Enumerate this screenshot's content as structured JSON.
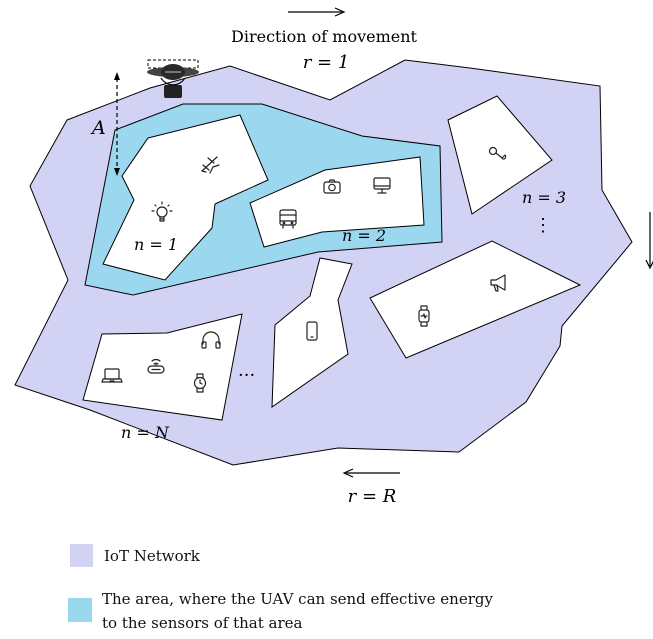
{
  "top": {
    "direction_label": "Direction of movement",
    "r_first": "r = 1"
  },
  "bottom": {
    "r_last": "r = R"
  },
  "labels": {
    "antenna": "A",
    "area1": "n = 1",
    "area2": "n = 2",
    "area3": "n = 3",
    "areaN": "n = N",
    "dots_h": "···",
    "dots_v": "⋮"
  },
  "legend": {
    "iot_network": "IoT Network",
    "effective_area_line1": "The area, where the UAV can send effective energy",
    "effective_area_line2": "to the sensors of that area"
  },
  "colors": {
    "iot_network": "#d2d2f4",
    "effective_area": "#9bd8f0",
    "sensor_area": "#ffffff",
    "stroke": "#000000"
  },
  "icons": [
    "uav-icon",
    "airplane-icon",
    "lightbulb-icon",
    "camera-icon",
    "monitor-icon",
    "bus-icon",
    "microphone-icon",
    "megaphone-icon",
    "smartwatch-icon",
    "phone-icon",
    "laptop-icon",
    "router-icon",
    "headphones-icon",
    "watch-icon"
  ]
}
